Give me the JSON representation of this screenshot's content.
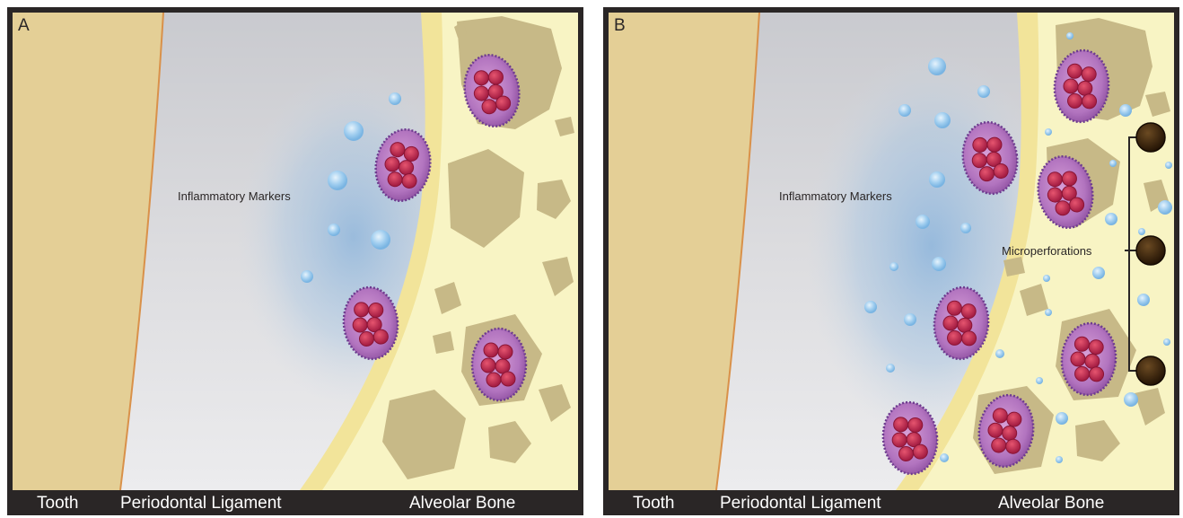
{
  "panels": [
    {
      "letter": "A",
      "callouts": {
        "markers": "Inflammatory Markers"
      },
      "labels": {
        "tooth": "Tooth",
        "ligament": "Periodontal Ligament",
        "bone": "Alveolar Bone"
      }
    },
    {
      "letter": "B",
      "callouts": {
        "markers": "Inflammatory Markers",
        "microperforations": "Microperforations"
      },
      "labels": {
        "tooth": "Tooth",
        "ligament": "Periodontal Ligament",
        "bone": "Alveolar Bone"
      }
    }
  ],
  "colors": {
    "frame": "#2a2626",
    "tooth": "#e4cf96",
    "tooth_edge": "#d9914a",
    "ligament": "#d9d9dc",
    "bone": "#f8f4c4",
    "bone_edge": "#f2e49a",
    "bone_pocket": "#c7b987",
    "osteoclast": "#a05ab0",
    "nucleus": "#c32c55",
    "marker": "#8fc3ea",
    "perforation": "#3a2410"
  }
}
